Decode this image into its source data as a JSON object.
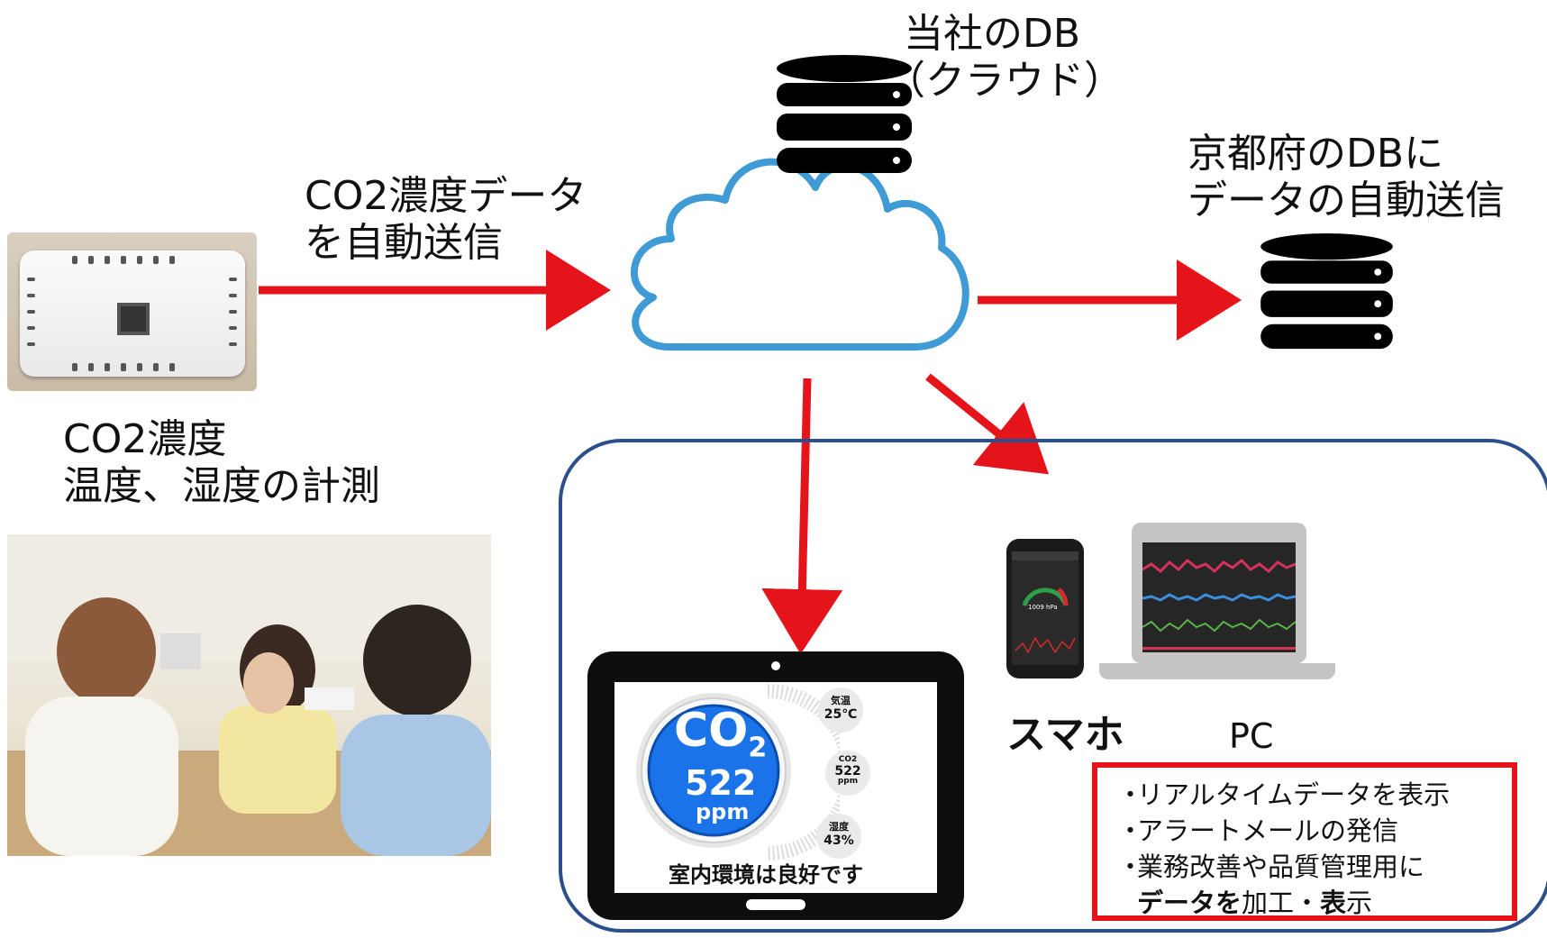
{
  "company_db": {
    "line1": "当社のDB",
    "line2": "（クラウド）"
  },
  "kyoto_db": {
    "line1": "京都府のDBに",
    "line2": "データの自動送信"
  },
  "send_label": {
    "line1": "CO2濃度データ",
    "line2": "を自動送信"
  },
  "measure_label": {
    "line1": "CO2濃度",
    "line2": "温度、湿度の計測"
  },
  "tablet": {
    "co2_symbol": "CO",
    "co2_sub": "2",
    "co2_value": "522",
    "co2_unit": "ppm",
    "temp_label": "気温",
    "temp_value": "25℃",
    "small_co2_label": "CO2",
    "small_co2_value": "522",
    "small_co2_unit": "ppm",
    "humidity_label": "湿度",
    "humidity_value": "43%",
    "status": "室内環境は良好です"
  },
  "phone": {
    "label": "スマホ",
    "screen_value": "1009 hPa"
  },
  "pc": {
    "label": "PC"
  },
  "features": [
    {
      "bullet": "・",
      "text": "リアルタイムデータを表示"
    },
    {
      "bullet": "・",
      "text": "アラートメールの発信"
    },
    {
      "bullet": "・",
      "text": "業務改善や品質管理用に"
    }
  ],
  "features_last": {
    "bold1": "データを",
    "plain1": "加工・",
    "bold2": "表",
    "plain2": "示"
  },
  "colors": {
    "arrow": "#e5141b",
    "cloud": "#3f9bd5",
    "panel_border": "#2b4f8c",
    "co2_blue": "#1a73e8"
  }
}
